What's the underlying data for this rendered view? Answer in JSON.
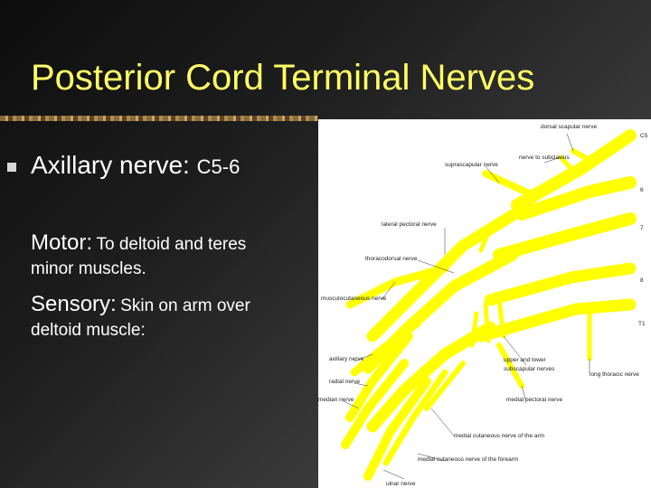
{
  "slide": {
    "title": "Posterior Cord Terminal Nerves",
    "bullet": {
      "heading": "Axillary nerve:",
      "segments": "C5-6"
    },
    "motor": {
      "label": "Motor:",
      "text_line1": "To deltoid and teres",
      "text_line2": "minor muscles."
    },
    "sensory": {
      "label": "Sensory:",
      "text_line1": "Skin on arm over",
      "text_line2": "deltoid muscle:"
    }
  },
  "diagram": {
    "nerve_color": "#ffff00",
    "root_labels": [
      "C5",
      "6",
      "7",
      "8",
      "T1"
    ],
    "labels": {
      "dorsal_scapular": "dorsal scapular nerve",
      "nerve_to_subclavius": "nerve to subclavius",
      "suprascapular": "suprascapular nerve",
      "lateral_pectoral": "lateral pectoral nerve",
      "thoracodorsal": "thoracodorsal nerve",
      "musculocutaneous": "musculocutaneous nerve",
      "axillary": "axillary nerve",
      "radial": "radial nerve",
      "median": "median nerve",
      "upper_lower_subscapular_1": "upper and lower",
      "upper_lower_subscapular_2": "subscapular nerves",
      "long_thoracic": "long thoracic nerve",
      "medial_pectoral": "medial pectoral nerve",
      "medial_cutaneous_arm": "medial cutaneous nerve of the arm",
      "medial_cutaneous_forearm": "medial cutaneous nerve of the forearm",
      "ulnar": "ulnar nerve"
    }
  }
}
